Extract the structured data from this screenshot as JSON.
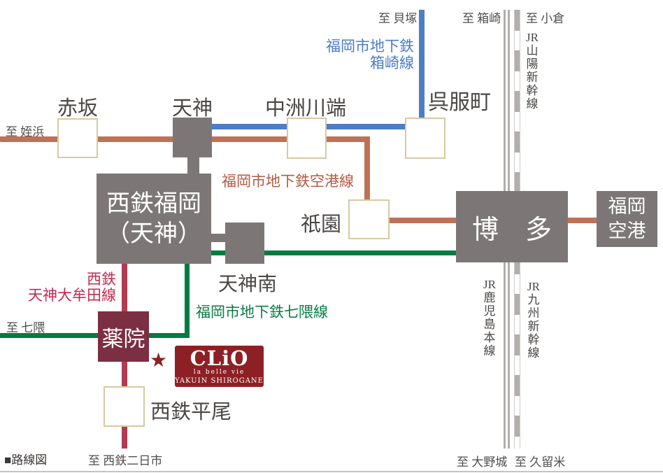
{
  "map": {
    "caption": "■路線図",
    "palette": {
      "subway_airport_line": "#be7255",
      "subway_hakozaki_line": "#4d7dc4",
      "subway_nanakuma_line": "#007c41",
      "nishitetsu_omuta_line": "#b33b51",
      "jr_line_gray": "#b1aeac",
      "station_box_gray": "#7c7776",
      "yakuin_box_maroon": "#7c2e42",
      "logo_red": "#8d2025",
      "station_box_border": "#d8c9a2"
    },
    "destinations": {
      "kaizuka": "至 貝塚",
      "hakozaki": "至 箱崎",
      "kokura": "至 小倉",
      "meinohama": "至 姪浜",
      "nanakuma": "至 七隈",
      "futsukaichi": "至 西鉄二日市",
      "onojo": "至 大野城",
      "kurume": "至 久留米"
    },
    "lines": {
      "hakozaki": {
        "label_line1": "福岡市地下鉄",
        "label_line2": "箱崎線",
        "color": "#4d7dc4"
      },
      "kuko": {
        "label": "福岡市地下鉄空港線",
        "color": "#be7255",
        "label_color": "#b25a42"
      },
      "nanakuma": {
        "label": "福岡市地下鉄七隈線",
        "color": "#007c41"
      },
      "tenjin_omuta": {
        "label_line1": "西鉄",
        "label_line2": "天神大牟田線",
        "color": "#b33b51",
        "label_color": "#c32b50"
      },
      "jr_sanyo_shinkansen": {
        "label": "JR山陽新幹線"
      },
      "jr_kagoshima_main": {
        "label": "JR鹿児島本線"
      },
      "jr_kyushu_shinkansen": {
        "label": "JR九州新幹線"
      }
    },
    "stations": {
      "akasaka": "赤坂",
      "tenjin": "天神",
      "nakasu_kawabata": "中洲川端",
      "gofukumachi": "呉服町",
      "nishitetsu_fukuoka_line1": "西鉄福岡",
      "nishitetsu_fukuoka_line2": "（天神）",
      "gion": "祇園",
      "hakata": "博　多",
      "fukuoka_airport_line1": "福岡",
      "fukuoka_airport_line2": "空港",
      "tenjin_minami": "天神南",
      "yakuin": "薬院",
      "nishitetsu_hirao": "西鉄平尾"
    },
    "property_marker": {
      "star": "★",
      "brand": "CLiO",
      "tagline": "la belle vie",
      "name": "YAKUIN SHIROGANE"
    }
  }
}
